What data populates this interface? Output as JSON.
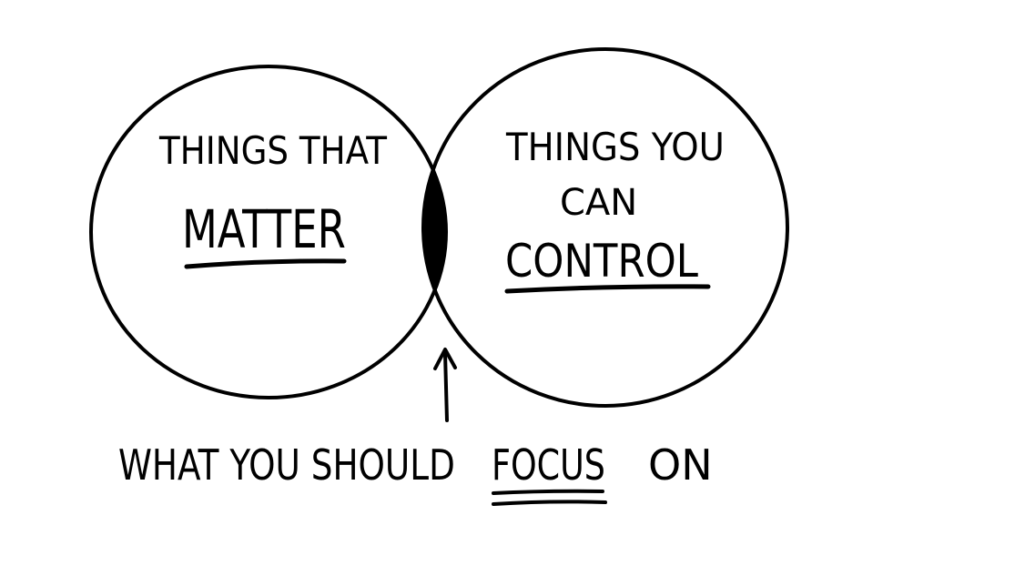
{
  "diagram": {
    "left_circle": {
      "line1": "THINGS THAT",
      "line2": "MATTER"
    },
    "right_circle": {
      "line1": "THINGS YOU",
      "line2": "CAN",
      "line3": "CONTROL"
    },
    "caption": {
      "before": "WHAT YOU SHOULD",
      "emphasis": "FOCUS",
      "after": "ON"
    },
    "colors": {
      "ink": "#000000",
      "background": "#ffffff"
    }
  }
}
